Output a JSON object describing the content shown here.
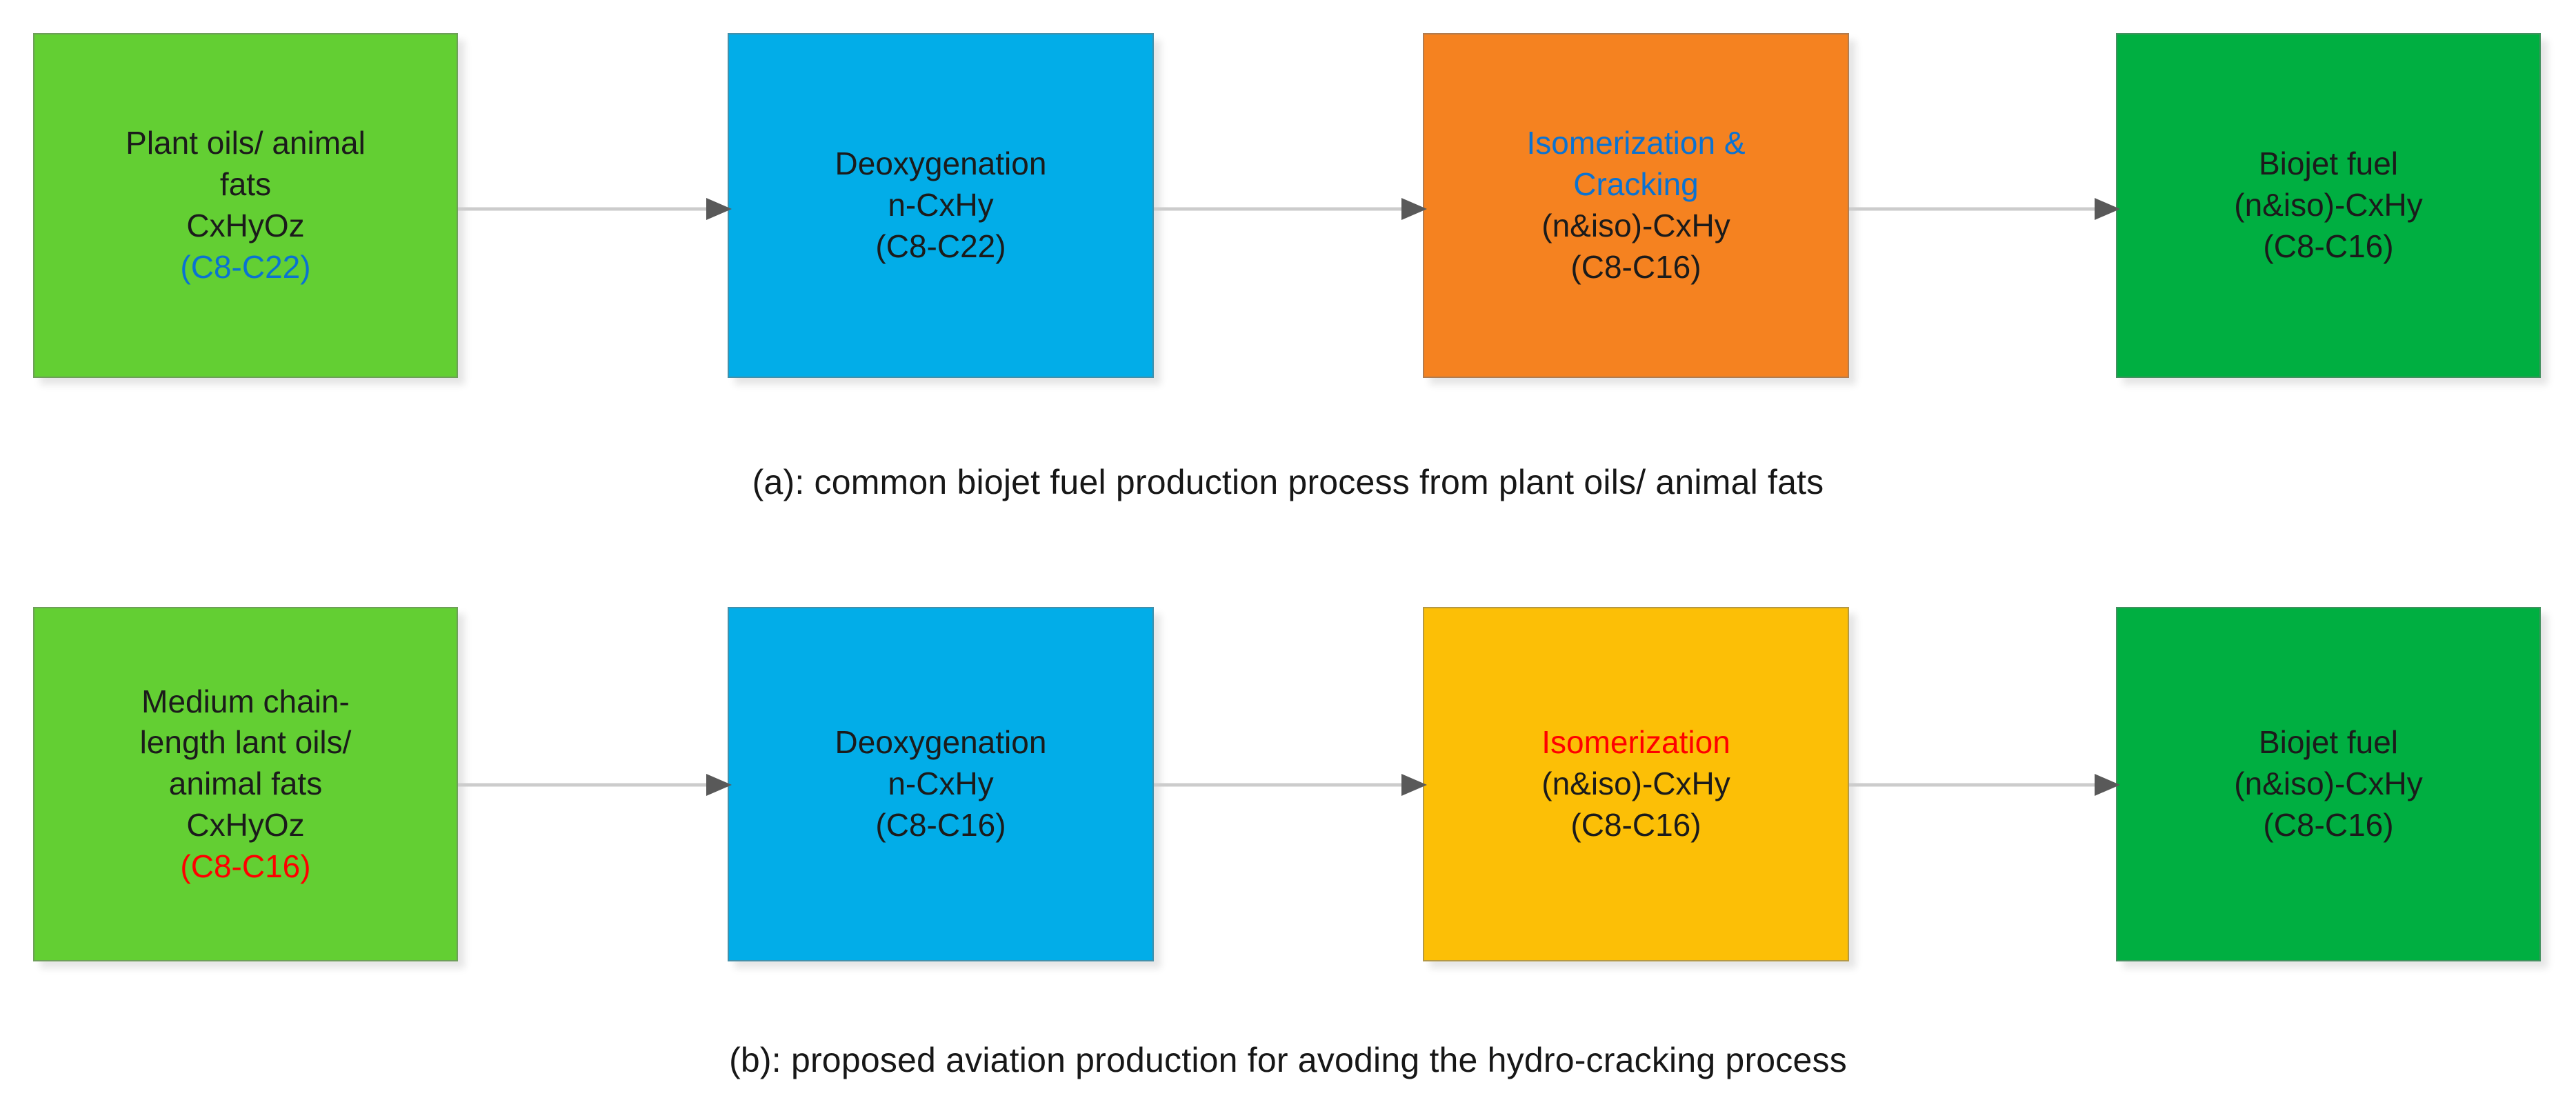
{
  "diagram": {
    "title": "Biojet fuel production process comparison",
    "colors": {
      "feedstock_green": "#63cf33",
      "deoxygenation_blue": "#02ade8",
      "isomerization_cracking_orange": "#f58220",
      "isomerization_amber": "#fcbf06",
      "biojet_green": "#00af41",
      "highlight_blue_text": "#0a72d2",
      "highlight_red_text": "#ff0000",
      "arrow_line": "#cccccc",
      "arrow_head": "#595959",
      "body_text": "#1b1b1b"
    },
    "rows": [
      {
        "id": "row-a",
        "caption": "(a): common biojet fuel production process from plant oils/ animal fats",
        "nodes": [
          {
            "id": "feedstock-a",
            "name": "plant-oils-animal-fats",
            "fill": "#63cf33",
            "lines": [
              {
                "text": "Plant oils/ animal",
                "style": "normal"
              },
              {
                "text": "fats",
                "style": "normal"
              },
              {
                "text": "CxHyOz",
                "style": "normal"
              },
              {
                "text": "(C8-C22)",
                "style": "highlight-blue"
              }
            ]
          },
          {
            "id": "deoxygenation-a",
            "name": "deoxygenation",
            "fill": "#02ade8",
            "lines": [
              {
                "text": "Deoxygenation",
                "style": "normal"
              },
              {
                "text": "n-CxHy",
                "style": "normal"
              },
              {
                "text": "(C8-C22)",
                "style": "normal"
              }
            ]
          },
          {
            "id": "isomerization-cracking-a",
            "name": "isomerization-and-cracking",
            "fill": "#f58220",
            "lines": [
              {
                "text": "Isomerization &",
                "style": "highlight-blue"
              },
              {
                "text": "Cracking",
                "style": "highlight-blue"
              },
              {
                "text": "(n&iso)-CxHy",
                "style": "normal"
              },
              {
                "text": "(C8-C16)",
                "style": "normal"
              }
            ]
          },
          {
            "id": "biojet-a",
            "name": "biojet-fuel",
            "fill": "#00af41",
            "lines": [
              {
                "text": "Biojet fuel",
                "style": "normal"
              },
              {
                "text": "(n&iso)-CxHy",
                "style": "normal"
              },
              {
                "text": "(C8-C16)",
                "style": "normal"
              }
            ]
          }
        ]
      },
      {
        "id": "row-b",
        "caption": "(b): proposed aviation production for avoding the hydro-cracking process",
        "nodes": [
          {
            "id": "feedstock-b",
            "name": "medium-chain-length-oils-fats",
            "fill": "#63cf33",
            "lines": [
              {
                "text": "Medium chain-",
                "style": "normal"
              },
              {
                "text": "length lant oils/",
                "style": "normal"
              },
              {
                "text": "animal fats",
                "style": "normal"
              },
              {
                "text": "CxHyOz",
                "style": "normal"
              },
              {
                "text": "(C8-C16)",
                "style": "highlight-red"
              }
            ]
          },
          {
            "id": "deoxygenation-b",
            "name": "deoxygenation",
            "fill": "#02ade8",
            "lines": [
              {
                "text": "Deoxygenation",
                "style": "normal"
              },
              {
                "text": "n-CxHy",
                "style": "normal"
              },
              {
                "text": "(C8-C16)",
                "style": "normal"
              }
            ]
          },
          {
            "id": "isomerization-b",
            "name": "isomerization",
            "fill": "#fcbf06",
            "lines": [
              {
                "text": "Isomerization",
                "style": "highlight-red"
              },
              {
                "text": "(n&iso)-CxHy",
                "style": "normal"
              },
              {
                "text": "(C8-C16)",
                "style": "normal"
              }
            ]
          },
          {
            "id": "biojet-b",
            "name": "biojet-fuel",
            "fill": "#00af41",
            "lines": [
              {
                "text": "Biojet fuel",
                "style": "normal"
              },
              {
                "text": "(n&iso)-CxHy",
                "style": "normal"
              },
              {
                "text": "(C8-C16)",
                "style": "normal"
              }
            ]
          }
        ]
      }
    ],
    "arrows": [
      {
        "id": "a1",
        "from": "feedstock-a",
        "to": "deoxygenation-a",
        "direction": "right"
      },
      {
        "id": "a2",
        "from": "deoxygenation-a",
        "to": "isomerization-cracking-a",
        "direction": "right"
      },
      {
        "id": "a3",
        "from": "isomerization-cracking-a",
        "to": "biojet-a",
        "direction": "right"
      },
      {
        "id": "b1",
        "from": "feedstock-b",
        "to": "deoxygenation-b",
        "direction": "right"
      },
      {
        "id": "b2",
        "from": "deoxygenation-b",
        "to": "isomerization-b",
        "direction": "right"
      },
      {
        "id": "b3",
        "from": "isomerization-b",
        "to": "biojet-b",
        "direction": "right"
      }
    ]
  }
}
